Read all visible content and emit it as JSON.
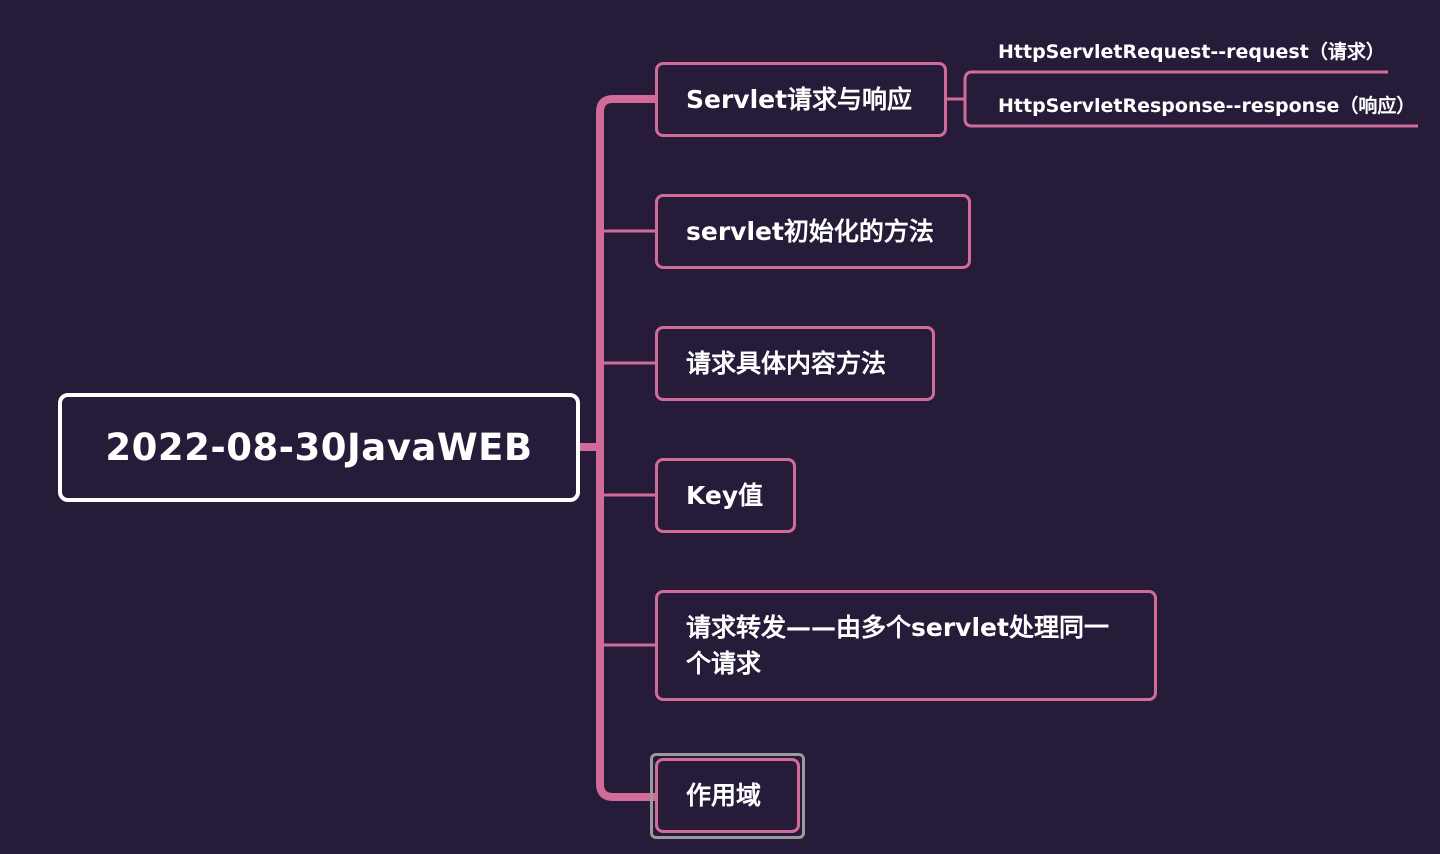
{
  "mindmap": {
    "root": {
      "label": "2022-08-30JavaWEB"
    },
    "branches": [
      {
        "label": "Servlet请求与响应",
        "children": [
          "HttpServletRequest--request（请求）",
          "HttpServletResponse--response（响应）"
        ]
      },
      {
        "label": "servlet初始化的方法"
      },
      {
        "label": "请求具体内容方法"
      },
      {
        "label": "Key值"
      },
      {
        "label": "请求转发——由多个servlet处理同一个请求"
      },
      {
        "label": "作用域"
      }
    ]
  },
  "colors": {
    "background": "#261c3a",
    "branch_line": "#d06b9a",
    "root_border": "#ffffff",
    "selected_outline": "#9a9a9a",
    "text": "#ffffff"
  }
}
